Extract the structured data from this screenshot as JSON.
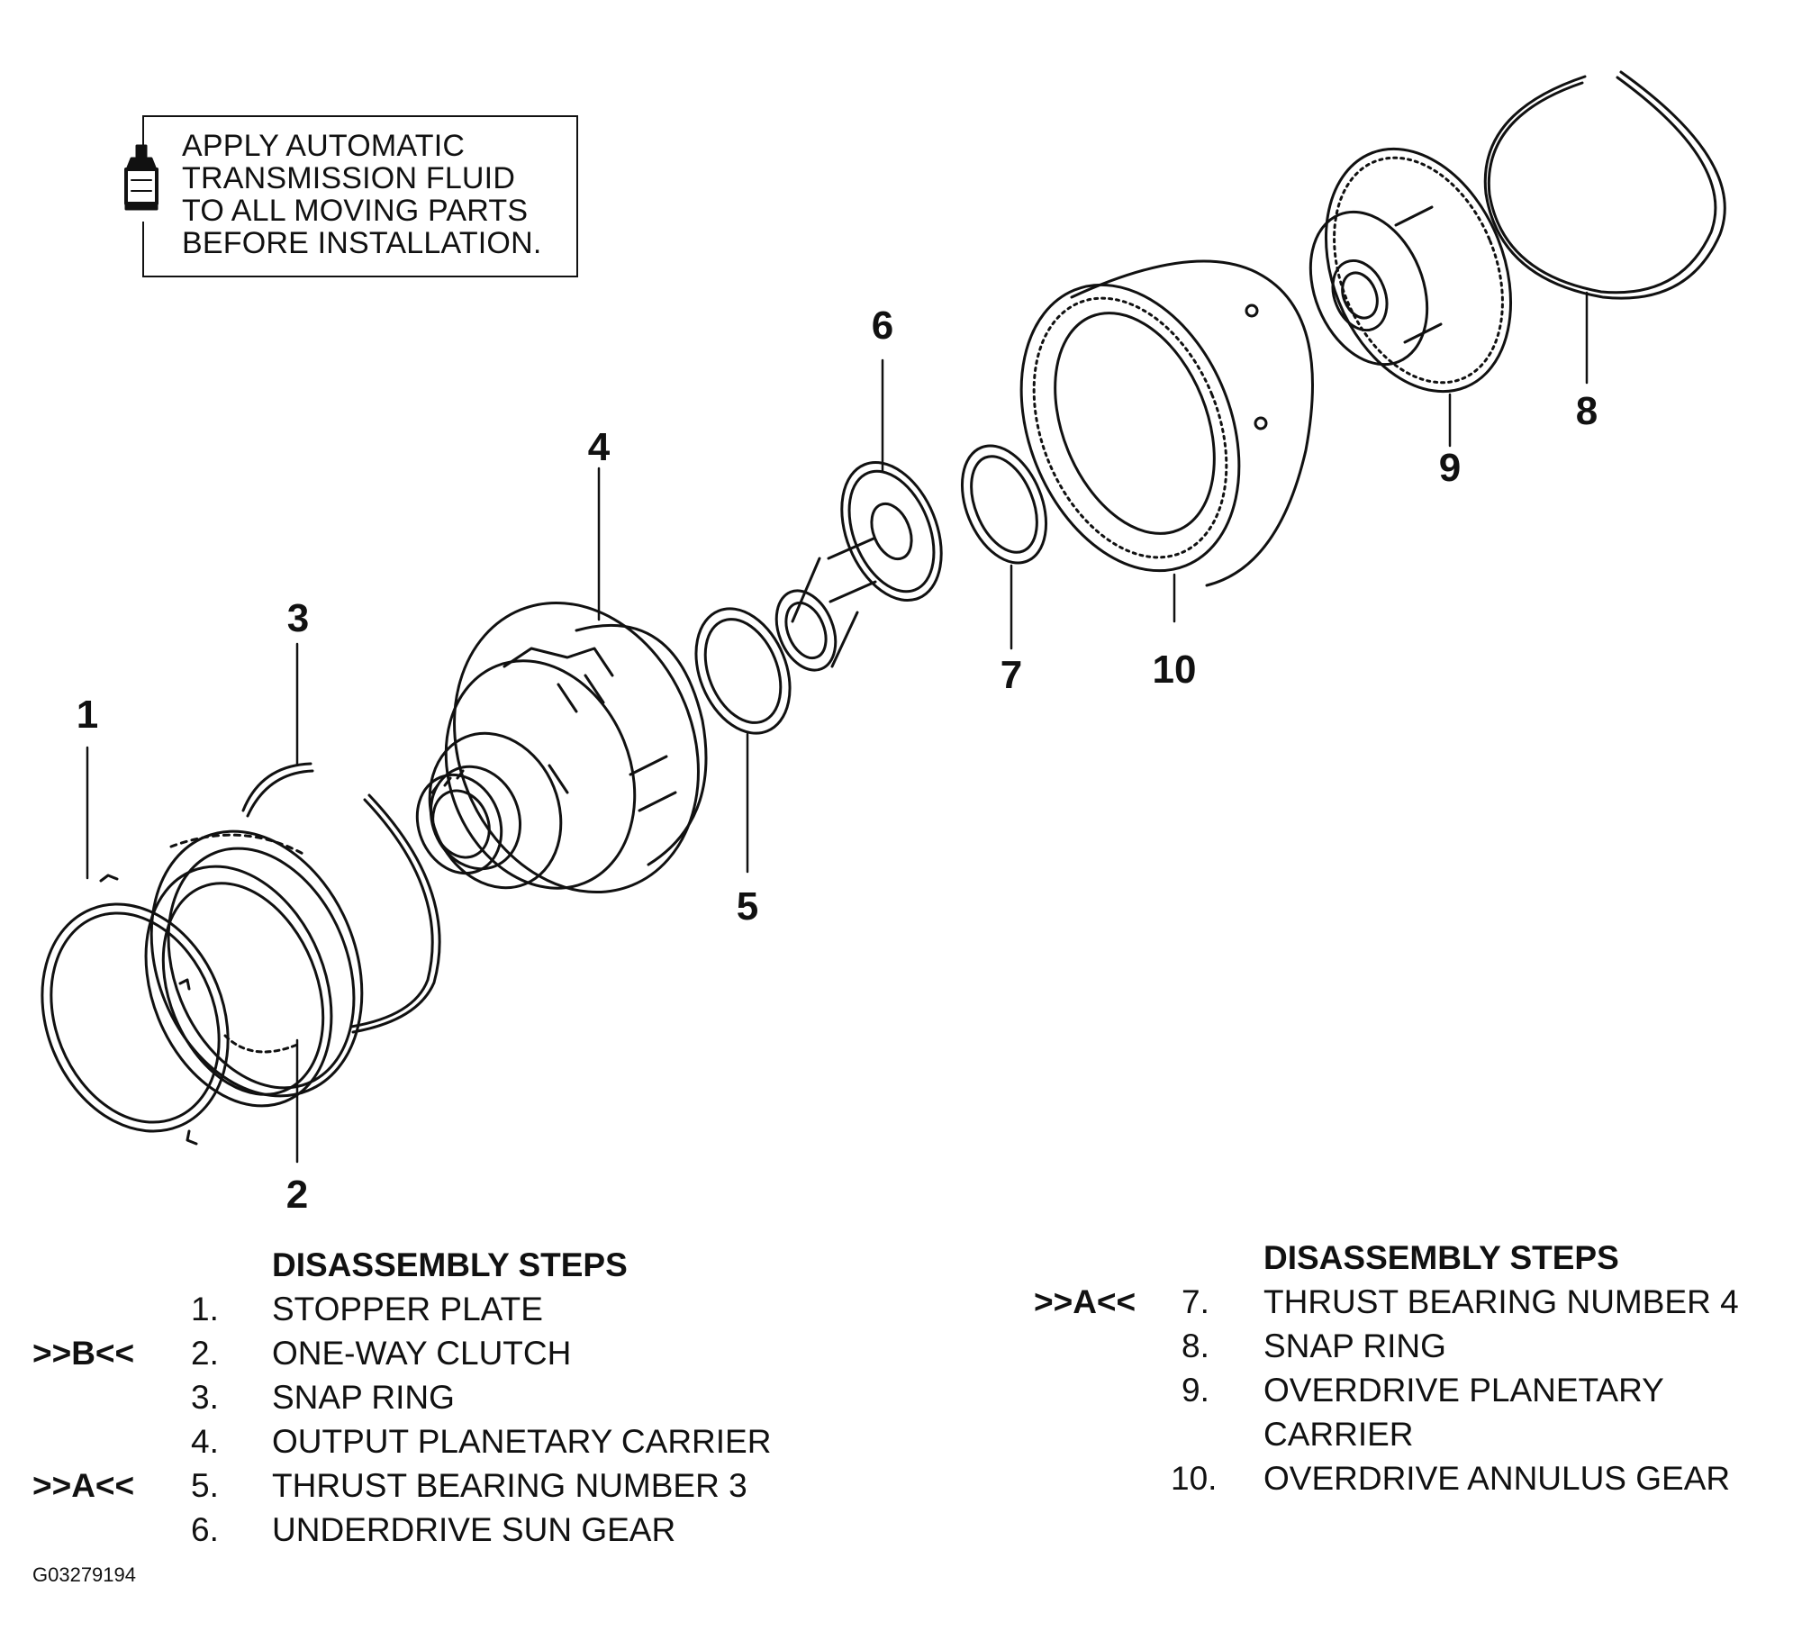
{
  "note": {
    "lines": [
      "APPLY AUTOMATIC",
      "TRANSMISSION FLUID",
      "TO ALL MOVING PARTS",
      "BEFORE INSTALLATION."
    ]
  },
  "callouts": [
    "1",
    "2",
    "3",
    "4",
    "5",
    "6",
    "7",
    "8",
    "9",
    "10"
  ],
  "steps_left": {
    "heading": "DISASSEMBLY STEPS",
    "items": [
      {
        "mark": "",
        "num": "1.",
        "text": "STOPPER PLATE"
      },
      {
        "mark": ">>B<<",
        "num": "2.",
        "text": "ONE-WAY CLUTCH"
      },
      {
        "mark": "",
        "num": "3.",
        "text": "SNAP RING"
      },
      {
        "mark": "",
        "num": "4.",
        "text": "OUTPUT PLANETARY CARRIER"
      },
      {
        "mark": ">>A<<",
        "num": "5.",
        "text": "THRUST BEARING NUMBER 3"
      },
      {
        "mark": "",
        "num": "6.",
        "text": "UNDERDRIVE SUN GEAR"
      }
    ]
  },
  "steps_right": {
    "heading": "DISASSEMBLY STEPS",
    "items": [
      {
        "mark": ">>A<<",
        "num": "7.",
        "text": "THRUST BEARING NUMBER 4"
      },
      {
        "mark": "",
        "num": "8.",
        "text": "SNAP RING"
      },
      {
        "mark": "",
        "num": "9.",
        "text": "OVERDRIVE PLANETARY"
      },
      {
        "mark": "",
        "num": "",
        "text": "CARRIER"
      },
      {
        "mark": "",
        "num": "10.",
        "text": "OVERDRIVE ANNULUS GEAR"
      }
    ]
  },
  "figure_id": "G03279194"
}
